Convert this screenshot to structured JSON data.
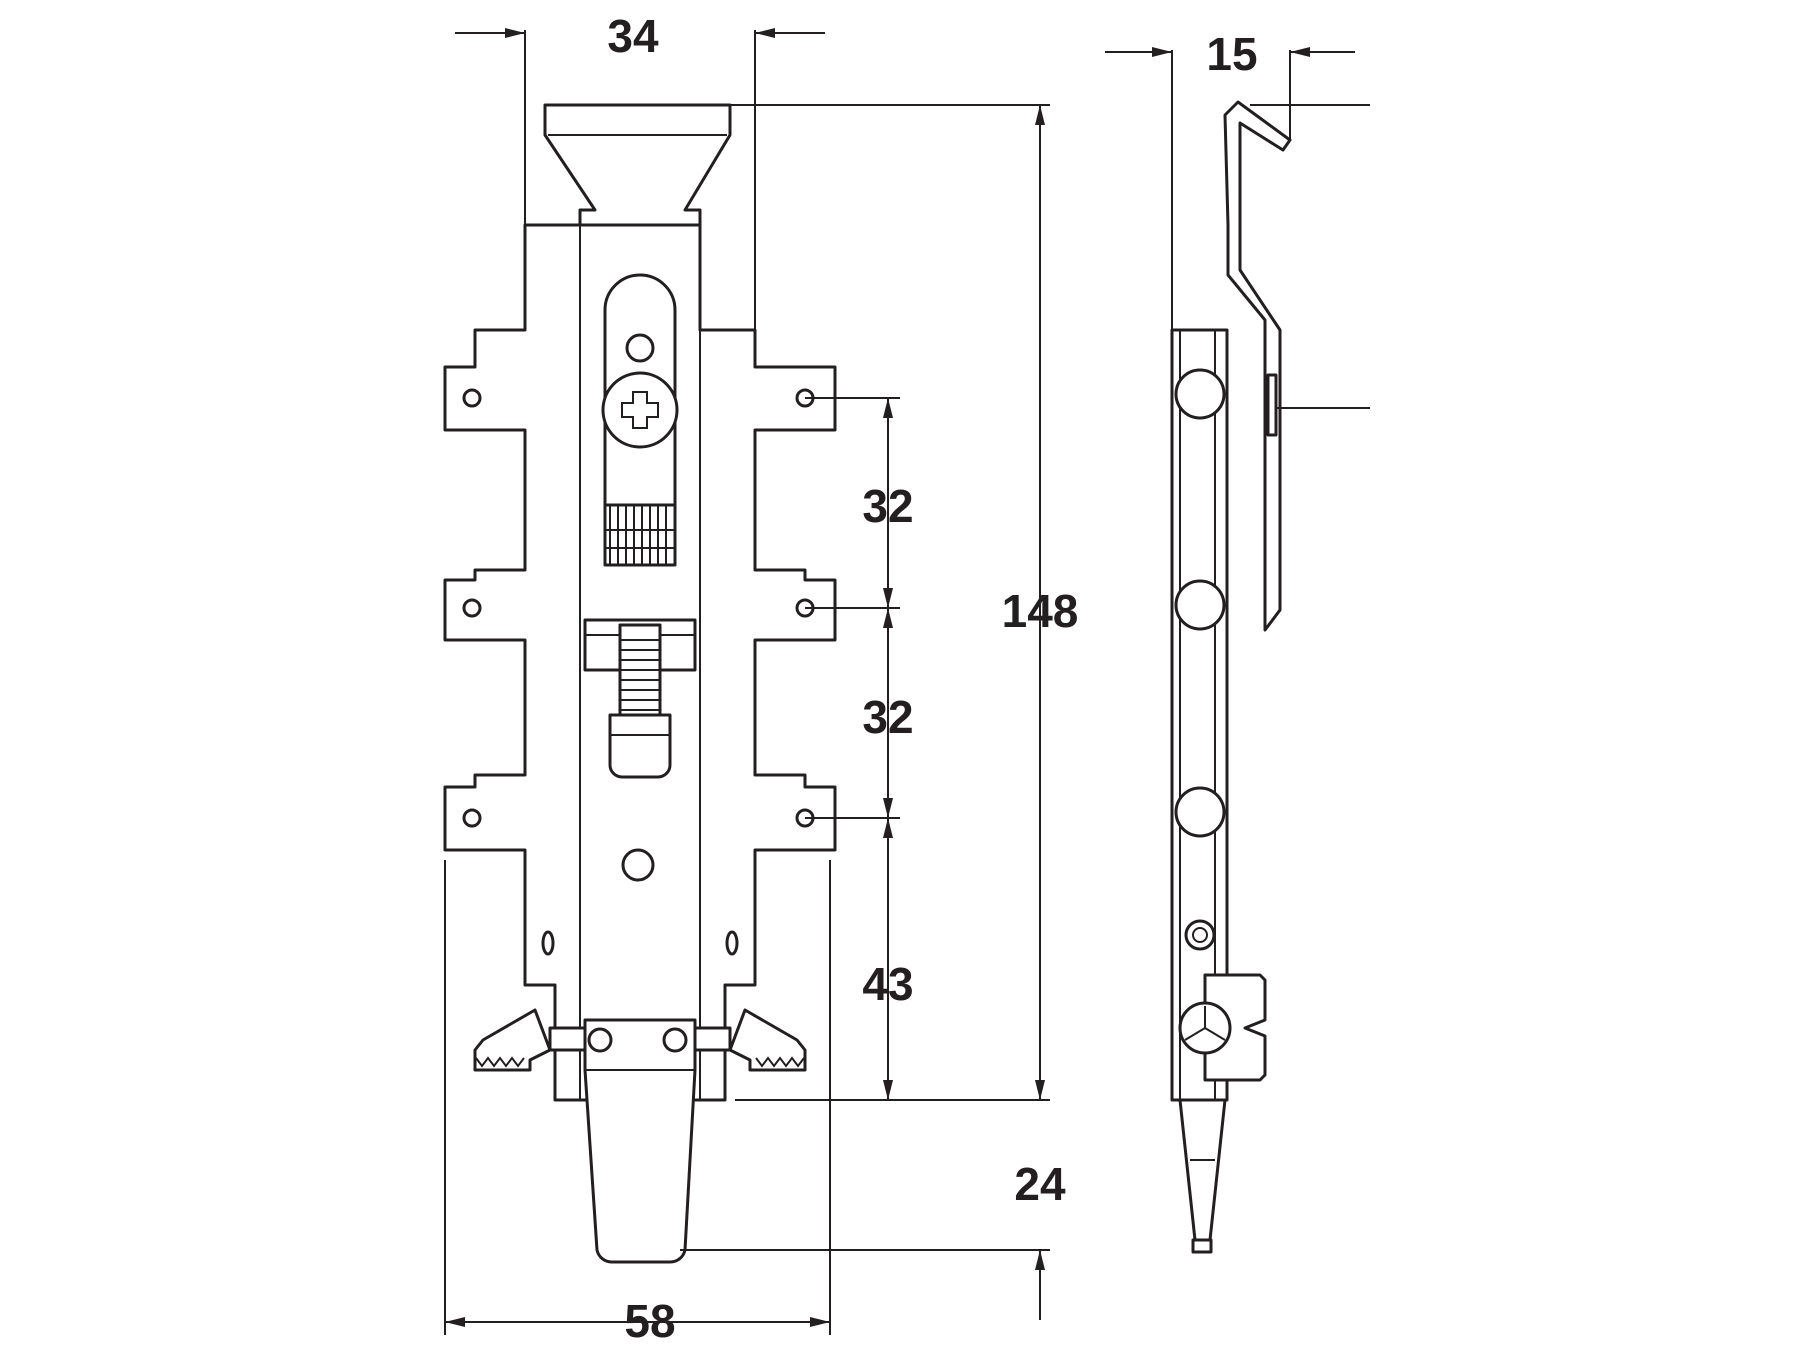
{
  "dimensions": {
    "width_top": "34",
    "depth_side": "15",
    "spacing_1": "32",
    "spacing_2": "32",
    "lower_spacing": "43",
    "overall_length": "148",
    "tip_length": "24",
    "overall_width": "58"
  },
  "colors": {
    "line": "#231f20",
    "background": "#ffffff"
  }
}
